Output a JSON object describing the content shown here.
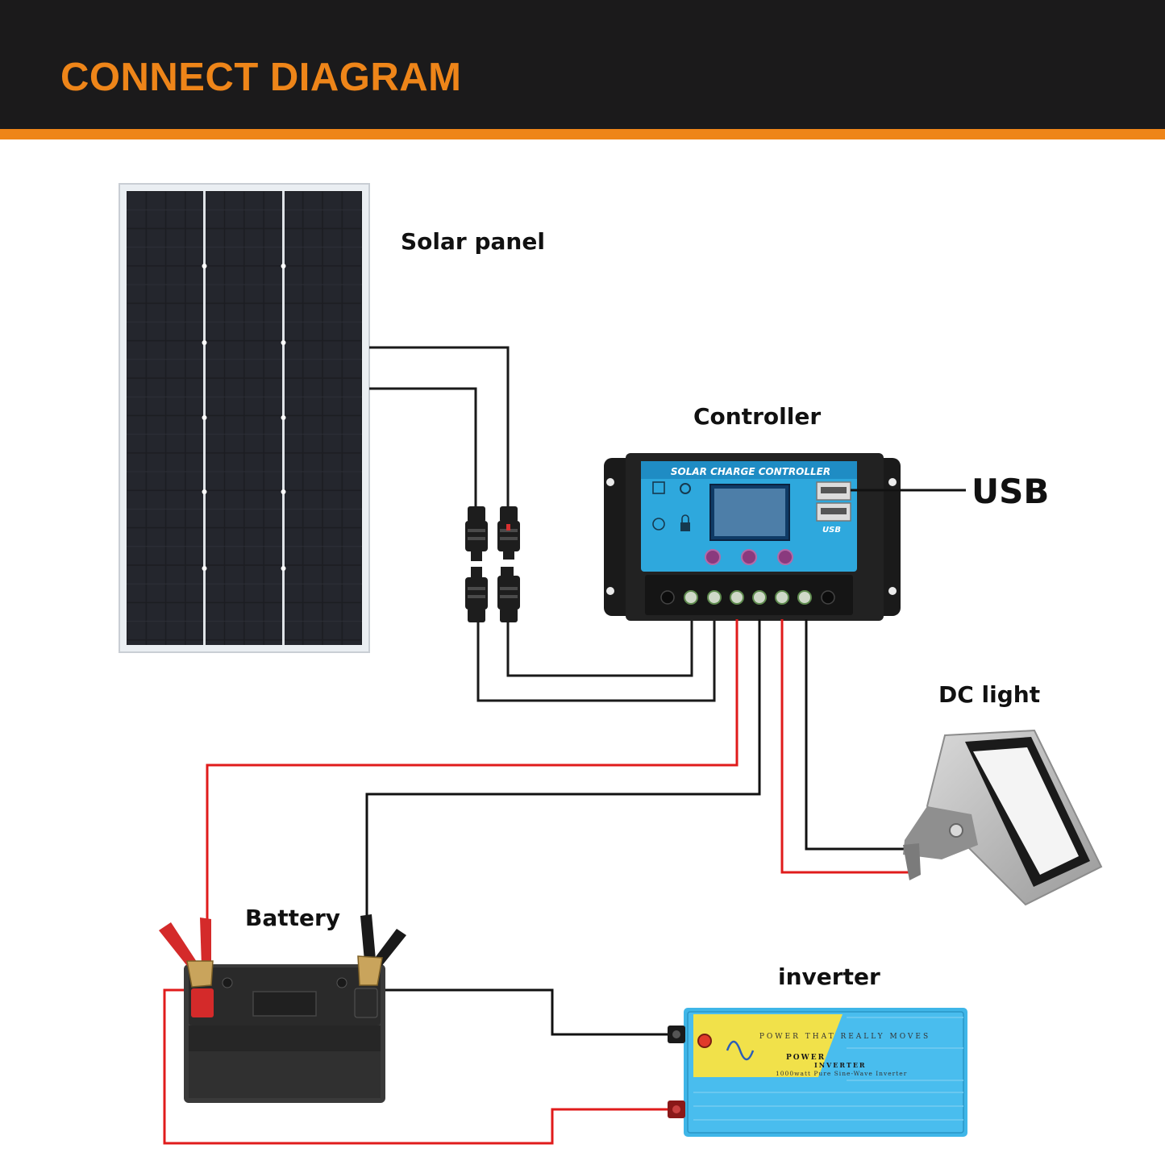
{
  "header": {
    "title": "CONNECT DIAGRAM"
  },
  "labels": {
    "solar_panel": "Solar panel",
    "controller": "Controller",
    "usb": "USB",
    "dc_light": "DC light",
    "battery": "Battery",
    "inverter": "inverter"
  },
  "controller_face": {
    "banner": "SOLAR CHARGE CONTROLLER",
    "usb_mark": "USB"
  },
  "inverter_face": {
    "slogan": "POWER THAT REALLY MOVES",
    "brand": "POWER",
    "model": "INVERTER",
    "desc": "1000watt Pure Sine-Wave Inverter"
  },
  "colors": {
    "header_bg": "#1b1a1b",
    "accent": "#ee8519",
    "positive_wire": "#e01b1b",
    "negative_wire": "#111111",
    "controller_blue": "#2ea8dd",
    "inverter_blue": "#3fb6e8"
  }
}
